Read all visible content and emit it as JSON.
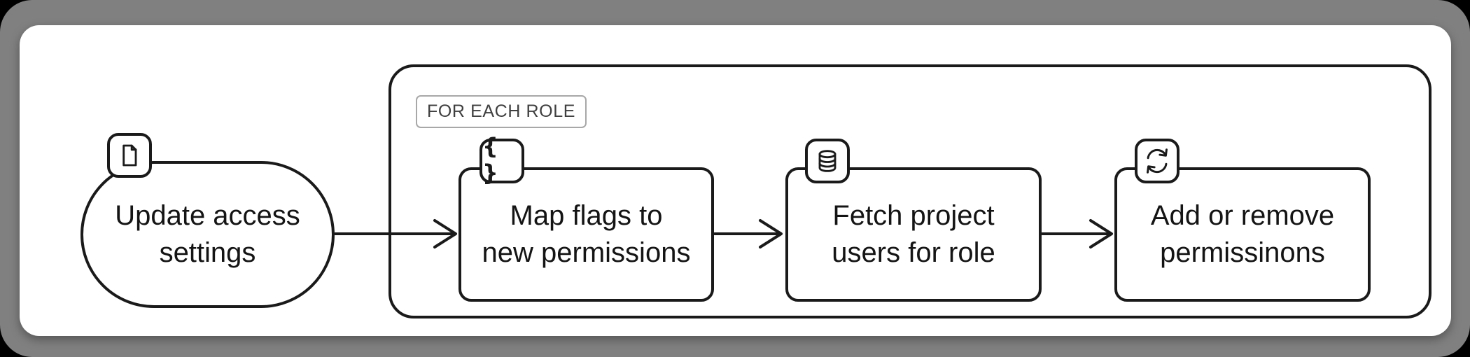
{
  "window": {
    "background_color": "#000000",
    "frame_color": "#808080",
    "canvas_color": "#ffffff"
  },
  "diagram": {
    "type": "flowchart",
    "stroke_color": "#1a1a1a",
    "group": {
      "label": "FOR EACH ROLE",
      "label_text_color": "#3f3f3f",
      "label_border_color": "#a8a8a8",
      "contains": [
        "map-flags-to-new-permissions",
        "fetch-project-users-for-role",
        "add-or-remove-permissions"
      ]
    },
    "nodes": [
      {
        "id": "update-access-settings",
        "shape": "stadium",
        "icon": "document-icon",
        "line1": "Update access",
        "line2": "settings"
      },
      {
        "id": "map-flags-to-new-permissions",
        "shape": "rounded-rect",
        "icon": "braces-icon",
        "line1": "Map flags to",
        "line2": "new permissions"
      },
      {
        "id": "fetch-project-users-for-role",
        "shape": "rounded-rect",
        "icon": "database-icon",
        "line1": "Fetch project",
        "line2": "users for role"
      },
      {
        "id": "add-or-remove-permissions",
        "shape": "rounded-rect",
        "icon": "sync-icon",
        "line1": "Add or remove",
        "line2": "permissinons"
      }
    ],
    "edges": [
      {
        "from": "update-access-settings",
        "to": "map-flags-to-new-permissions"
      },
      {
        "from": "map-flags-to-new-permissions",
        "to": "fetch-project-users-for-role"
      },
      {
        "from": "fetch-project-users-for-role",
        "to": "add-or-remove-permissions"
      }
    ],
    "icons": {
      "braces_glyph": "{ }"
    }
  }
}
